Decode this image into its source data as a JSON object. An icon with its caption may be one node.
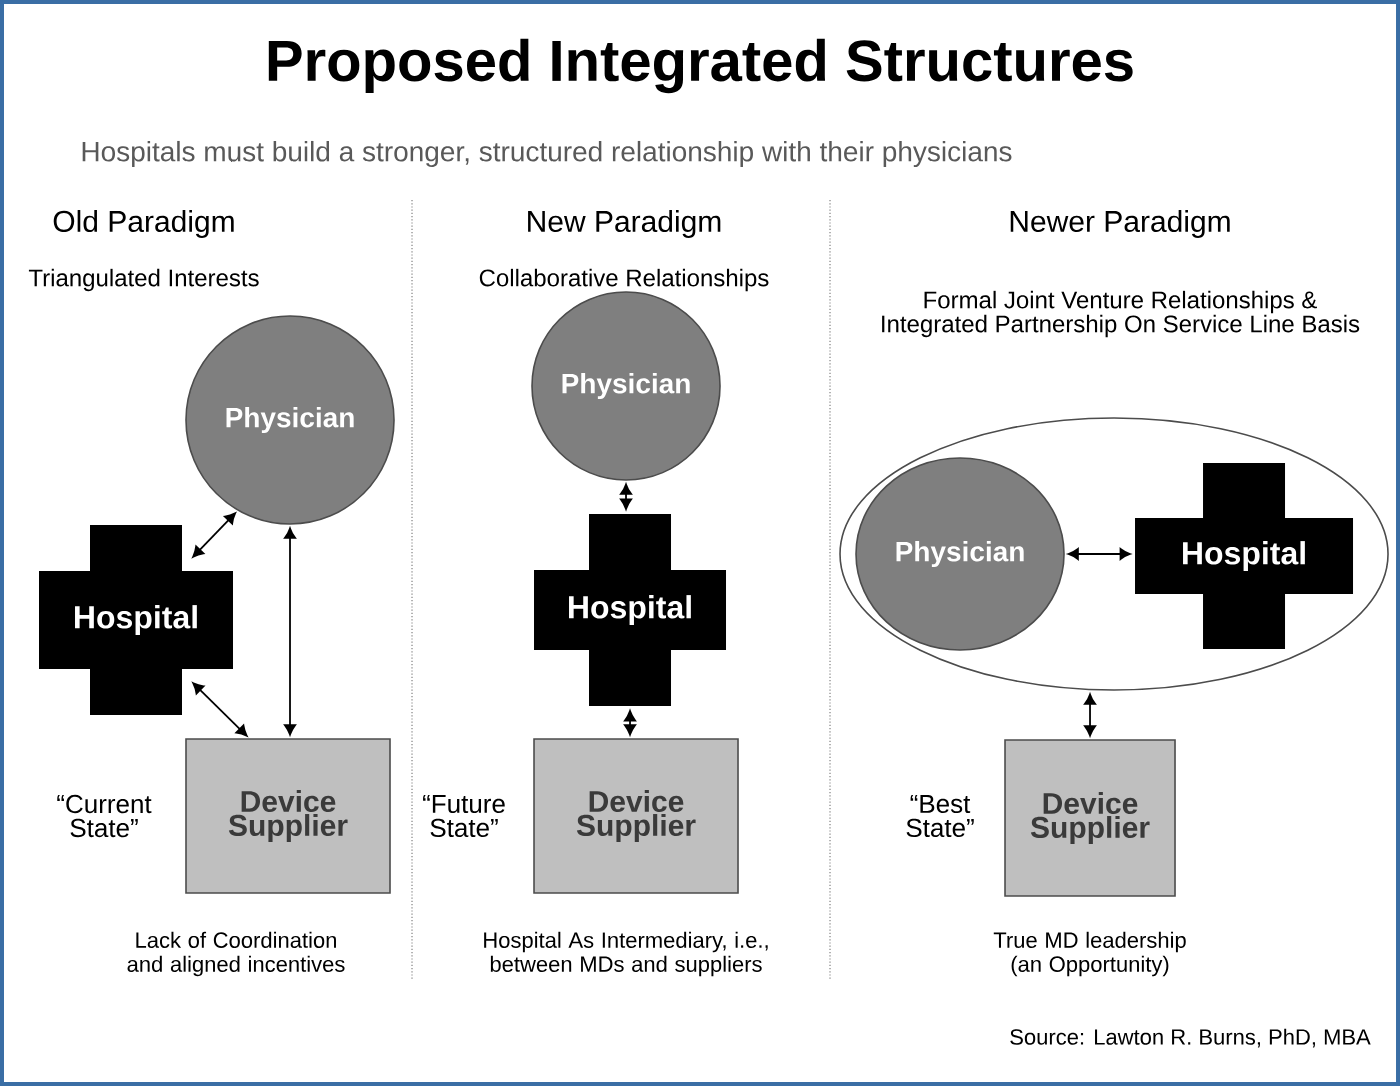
{
  "diagram": {
    "title": "Proposed Integrated Structures",
    "nodes": [
      {
        "text": [
          "Physician"
        ]
      },
      {
        "text": [
          "Hospital"
        ]
      },
      {
        "text": [
          "Device Supplier"
        ]
      },
      {
        "text": [
          "Physician"
        ]
      },
      {
        "text": [
          "Hospital"
        ]
      },
      {
        "text": [
          "Device Supplier"
        ]
      },
      {
        "text": [],
        "shape": "ellipse"
      },
      {
        "text": [
          "Physician"
        ],
        "in": 6
      },
      {
        "text": [
          "Hospital"
        ],
        "in": 6
      },
      {
        "text": [
          "Device Supplier"
        ]
      }
    ],
    "edges": [
      {
        "from": 1,
        "to": 0,
        "arrow": "both"
      },
      {
        "from": 1,
        "to": 2,
        "arrow": "both"
      },
      {
        "from": 0,
        "to": 2,
        "arrow": "both"
      },
      {
        "from": 3,
        "to": 4,
        "arrow": "both"
      },
      {
        "from": 4,
        "to": 5,
        "arrow": "both"
      },
      {
        "from": 7,
        "to": 8,
        "arrow": "both"
      },
      {
        "from": 6,
        "to": 9,
        "arrow": "both"
      }
    ],
    "labels": [
      "Hospitals must build a stronger, structured relationship with their physicians",
      "Old Paradigm",
      "New Paradigm",
      "Newer Paradigm",
      "Triangulated Interests",
      "Collaborative Relationships",
      "Formal Joint Venture Relationships & Integrated Partnership On Service Line Basis",
      "“Current State”",
      "“Future State”",
      "“Best State”",
      "Lack of Coordination and aligned incentives",
      "Hospital As Intermediary, i.e., between MDs and suppliers",
      "True MD leadership (an Opportunity)",
      "Source: Lawton R. Burns, PhD, MBA"
    ]
  }
}
